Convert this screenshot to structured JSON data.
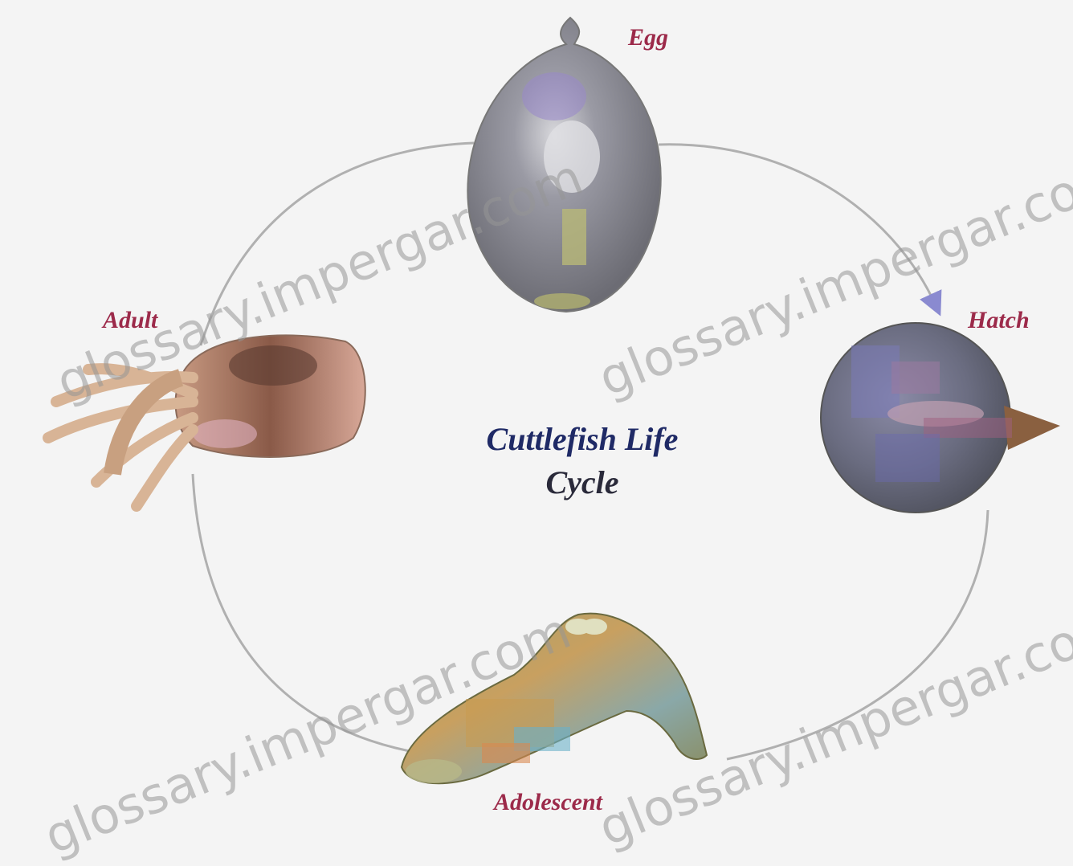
{
  "diagram": {
    "title_line1": "Cuttlefish Life",
    "title_line2": "Cycle",
    "stages": {
      "egg": "Egg",
      "hatch": "Hatch",
      "adolescent": "Adolescent",
      "adult": "Adult"
    }
  },
  "watermark": {
    "text": "glossary.impergar.com"
  },
  "colors": {
    "label": "#9c2a4a",
    "title": "#1f2a66",
    "cycle_line": "#b0b0b0"
  }
}
